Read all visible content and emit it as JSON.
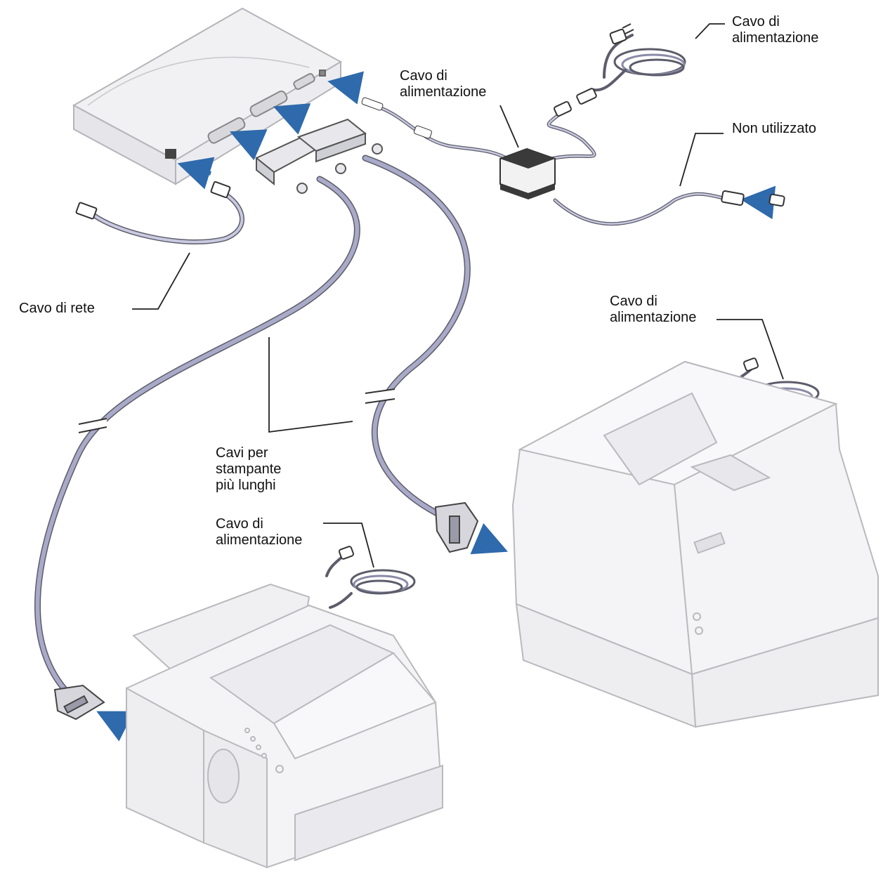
{
  "colors": {
    "device_fill": "#f1f1f4",
    "device_stroke": "#b4b4b9",
    "cable": "#a9a9c8",
    "cable_outline": "#5c5c6a",
    "arrow": "#2e6aac",
    "leader": "#222222",
    "adapter_dark": "#3a3a3a"
  },
  "labels": {
    "power_top_right": [
      "Cavo di",
      "alimentazione"
    ],
    "power_adapter": [
      "Cavo di",
      "alimentazione"
    ],
    "not_used": "Non utilizzato",
    "network_cable": "Cavo di rete",
    "power_right_printer": [
      "Cavo di",
      "alimentazione"
    ],
    "longer_printer_cables": [
      "Cavi per",
      "stampante",
      "più lunghi"
    ],
    "power_left_printer": [
      "Cavo di",
      "alimentazione"
    ]
  },
  "icons": [
    "print-server-device",
    "power-adapter-icon",
    "power-plug-icon",
    "network-plug-icon",
    "parallel-connector-icon",
    "insert-arrow-icon",
    "printer-icon"
  ]
}
